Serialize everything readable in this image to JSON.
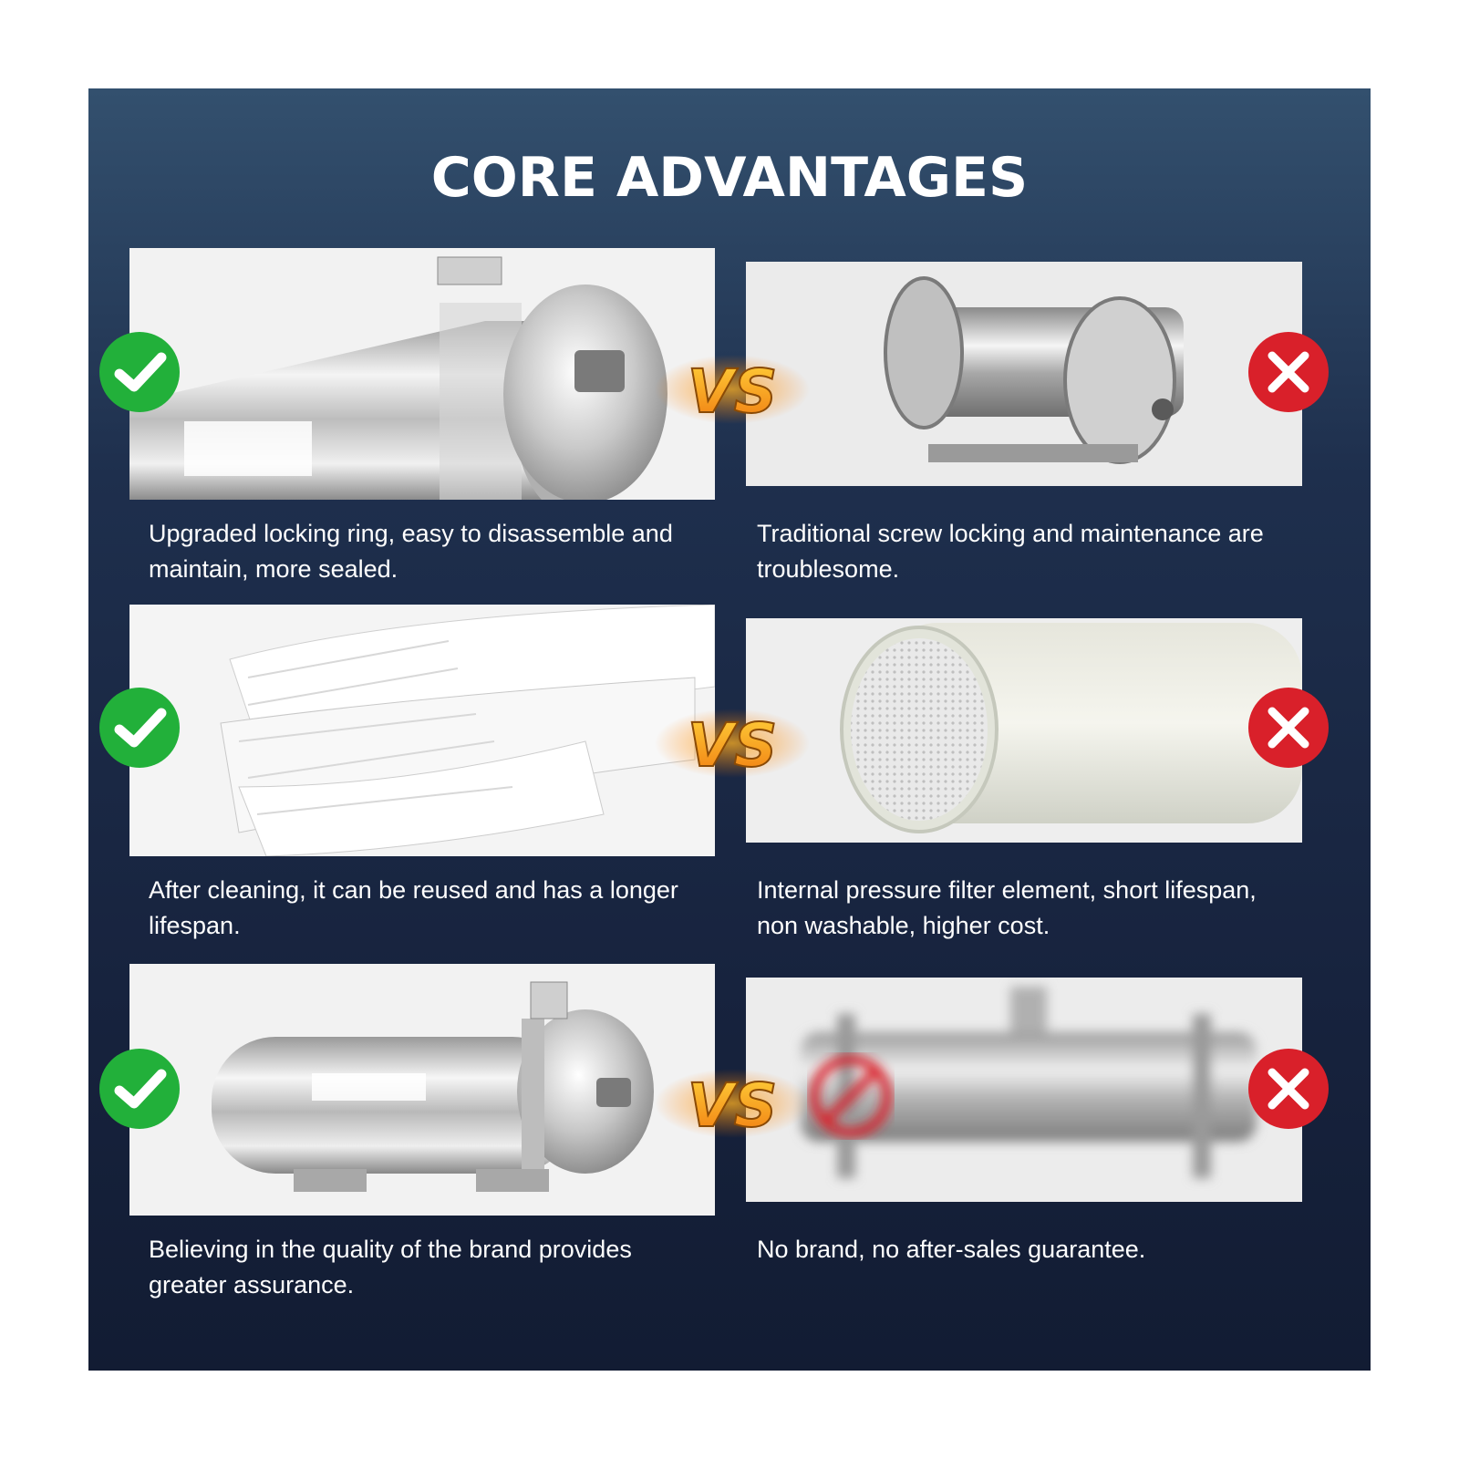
{
  "title": "CORE ADVANTAGES",
  "vs_label": "VS",
  "rows": [
    {
      "good": {
        "caption": "Upgraded locking ring, easy to disassemble and maintain, more sealed.",
        "image": "stainless-filter-locking-ring"
      },
      "bad": {
        "caption": "Traditional screw locking and maintenance are troublesome.",
        "image": "screw-locked-filter-housing"
      }
    },
    {
      "good": {
        "caption": "After cleaning, it can be reused and has a longer lifespan.",
        "image": "washable-hollow-fiber-bundle"
      },
      "bad": {
        "caption": "Internal pressure filter element, short lifespan, non washable, higher cost.",
        "image": "white-membrane-cartridge"
      }
    },
    {
      "good": {
        "caption": "Believing in the quality of the brand provides greater assurance.",
        "image": "branded-stainless-filter"
      },
      "bad": {
        "caption": "No brand, no after-sales guarantee.",
        "image": "blurred-unbranded-filter"
      }
    }
  ],
  "colors": {
    "check_badge": "#22b03a",
    "cross_badge": "#d9202a",
    "vs_gradient_top": "#ffd23a",
    "vs_gradient_bottom": "#f07a10",
    "panel": "#1b2a47"
  },
  "icons": {
    "good": "check-circle-icon",
    "bad": "cross-circle-icon",
    "prohibited": "no-sign-icon"
  }
}
